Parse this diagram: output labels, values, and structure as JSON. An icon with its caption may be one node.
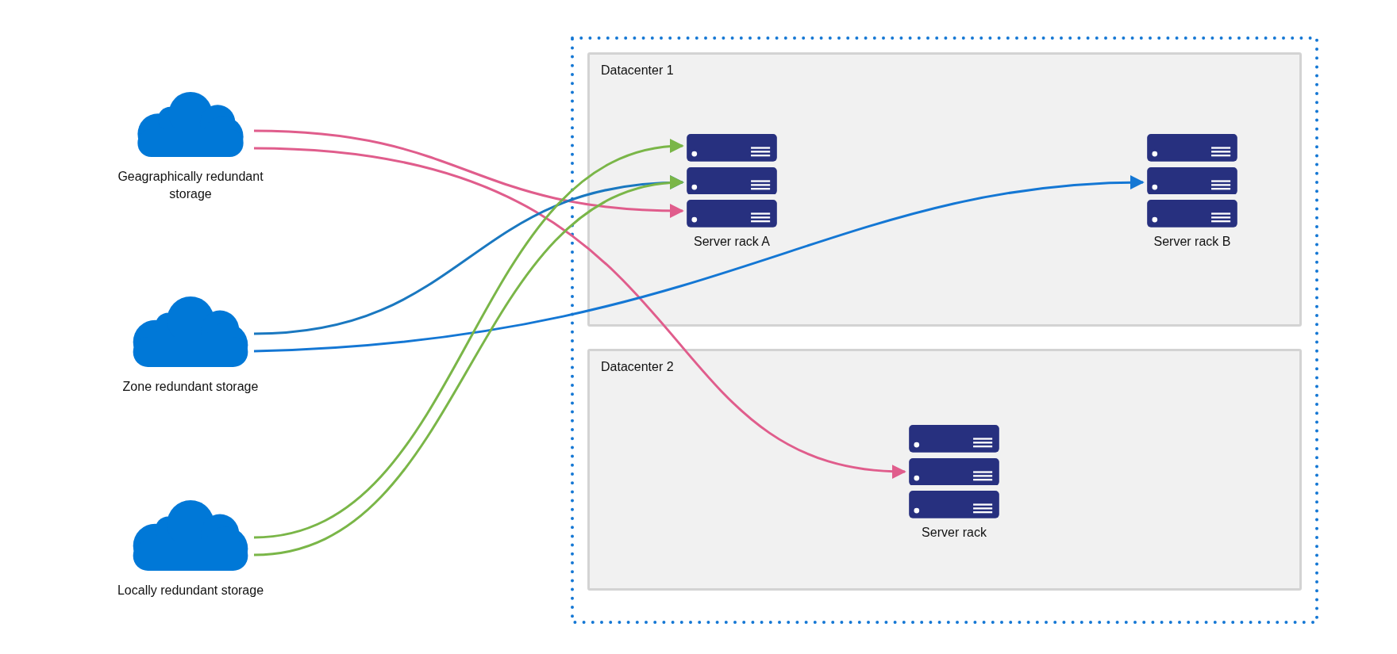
{
  "diagram": {
    "nodes": [
      {
        "text": [
          "Geagraphically redundant storage"
        ]
      },
      {
        "text": [
          "Zone redundant storage"
        ]
      },
      {
        "text": [
          "Locally redundant storage"
        ]
      },
      {
        "text": [],
        "shape": "box"
      },
      {
        "text": [
          "Datacenter 1"
        ],
        "in": 3
      },
      {
        "text": [
          "Server rack A"
        ],
        "in": 4
      },
      {
        "text": [
          "Server rack B"
        ],
        "in": 4
      },
      {
        "text": [
          "Datacenter 2"
        ],
        "in": 3
      },
      {
        "text": [
          "Server rack"
        ],
        "in": 7
      }
    ],
    "edges": [
      {
        "from": 0,
        "to": 5,
        "arrow": "to",
        "color": "#e05d8c"
      },
      {
        "from": 0,
        "to": 8,
        "arrow": "to",
        "color": "#e05d8c"
      },
      {
        "from": 1,
        "to": 5,
        "arrow": "to",
        "color": "#1a78c0"
      },
      {
        "from": 1,
        "to": 6,
        "arrow": "to",
        "color": "#1477d4"
      },
      {
        "from": 2,
        "to": 5,
        "arrow": "to",
        "color": "#7ab648"
      },
      {
        "from": 2,
        "to": 5,
        "arrow": "to",
        "color": "#7ab648"
      }
    ]
  }
}
